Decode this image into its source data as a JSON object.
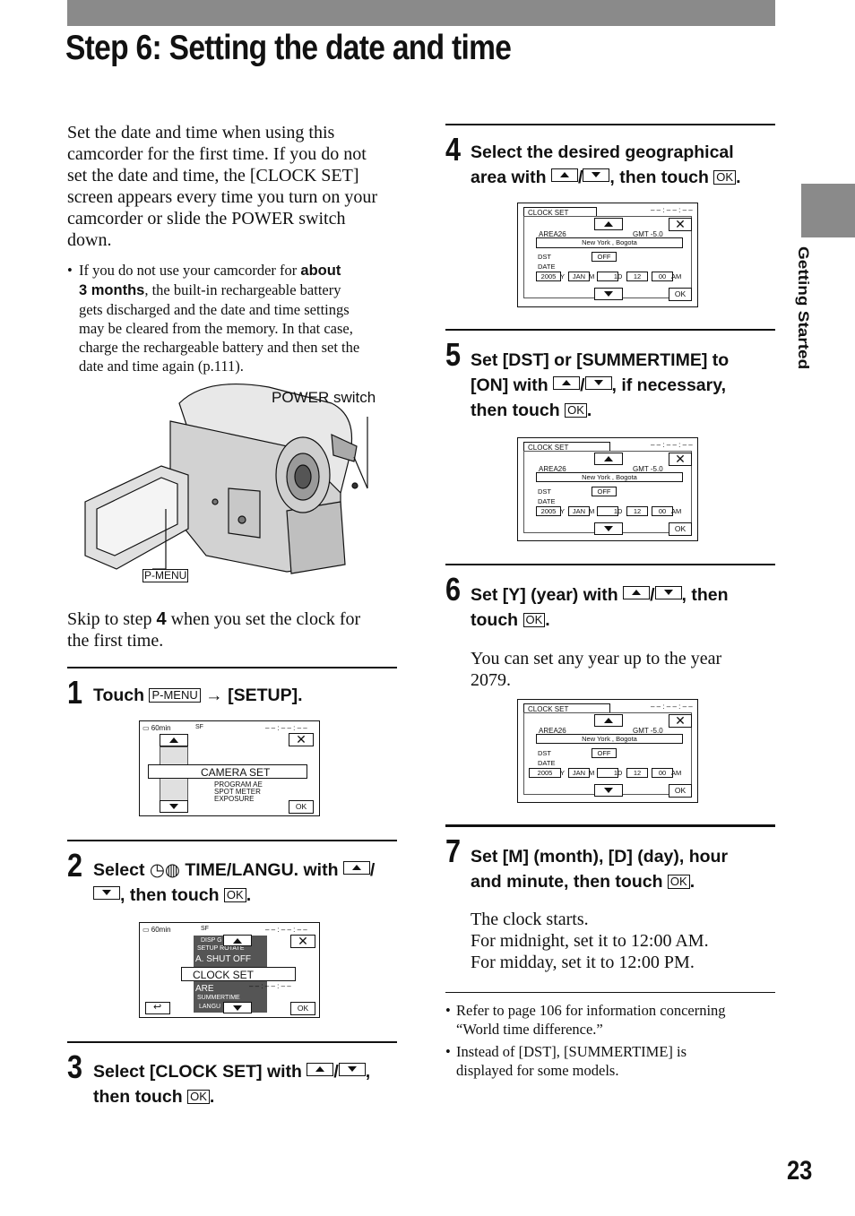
{
  "title": "Step 6: Setting the date and time",
  "side_label": "Getting Started",
  "page_number": "23",
  "intro": [
    "Set the date and time when using this",
    "camcorder for the first time. If you do not",
    "set the date and time, the [CLOCK SET]",
    "screen appears every time you turn on your",
    "camcorder or slide the POWER switch",
    "down."
  ],
  "note": {
    "bullet": "•",
    "l1a": "If you do not use your camcorder for ",
    "l1b": "about",
    "l2a": "3 months",
    "l2b": ", the built-in rechargeable battery",
    "l3": "gets discharged and the date and time settings",
    "l4": "may be cleared from the memory. In that case,",
    "l5": "charge the rechargeable battery and then set the",
    "l6": "date and time again (p.111)."
  },
  "camera": {
    "power_label": "POWER switch",
    "pmenu_label": "P-MENU"
  },
  "skip": {
    "a": "Skip to step ",
    "b": "4",
    "c": " when you set the clock for",
    "d": "the first time."
  },
  "steps": {
    "s1": {
      "num": "1",
      "a": "Touch ",
      "pmenu": "P-MENU",
      "arrow": "→",
      "b": " [SETUP]."
    },
    "s2": {
      "num": "2",
      "a": "Select ",
      "b": "TIME/LANGU. with ",
      "slash": "/",
      "c": ", then touch ",
      "ok": "OK",
      "dot": "."
    },
    "s3": {
      "num": "3",
      "a": "Select [CLOCK SET] with ",
      "slash": "/",
      "comma": ",",
      "b": "then touch ",
      "ok": "OK",
      "dot": "."
    },
    "s4": {
      "num": "4",
      "a": "Select the desired geographical",
      "b": "area with ",
      "slash": "/",
      "c": ", then touch ",
      "ok": "OK",
      "dot": "."
    },
    "s5": {
      "num": "5",
      "a": "Set [DST] or [SUMMERTIME] to",
      "b": "[ON] with ",
      "slash": "/",
      "c": ", if necessary,",
      "d": "then touch ",
      "ok": "OK",
      "dot": "."
    },
    "s6": {
      "num": "6",
      "a": "Set [Y] (year) with ",
      "slash": "/",
      "c": ", then",
      "d": "touch ",
      "ok": "OK",
      "dot": ".",
      "body1": "You can set any year up to the year",
      "body2": "2079."
    },
    "s7": {
      "num": "7",
      "a": "Set [M] (month), [D] (day), hour",
      "b": "and minute, then touch ",
      "ok": "OK",
      "dot": ".",
      "body1": "The clock starts.",
      "body2": "For midnight, set it to 12:00 AM.",
      "body3": "For midday, set it to 12:00 PM."
    }
  },
  "notes_right": {
    "n1a": "Refer to page 106 for information concerning",
    "n1b": "“World time difference.”",
    "n2a": "Instead of [DST], [SUMMERTIME] is",
    "n2b": "displayed for some models."
  },
  "screen1": {
    "battery": "60min",
    "mode": "SF",
    "time": "– – : – – : – –",
    "close": "✕",
    "camera_set": "CAMERA  SET",
    "m1": "PROGRAM  AE",
    "m2": "SPOT  METER",
    "m3": "EXPOSURE",
    "ok": "OK"
  },
  "screen2": {
    "battery": "60min",
    "mode": "SF",
    "time": "– – : – – : – –",
    "close": "✕",
    "i0": "DISP G",
    "i1": "SETUP ROTATE",
    "i2": "A. SHUT OFF",
    "i3": "CLOCK SET",
    "i4": "ARE",
    "i4b": "– – : – – : – –",
    "i5": "SUMMERTIME",
    "i6": "LANGU",
    "back": "↩",
    "ok": "OK"
  },
  "clock": {
    "tab": "CLOCK  SET",
    "time": "– – : – – : – –",
    "close": "✕",
    "area": "AREA26",
    "gmt": "GMT  -5.0",
    "city": "New York ,   Bogota",
    "dst": "DST",
    "off": "OFF",
    "date": "DATE",
    "year": "2005",
    "y": "Y",
    "month": "JAN",
    "m": "M",
    "day": "1",
    "d": "D",
    "hour": "12",
    "min": "00",
    "ampm": "AM",
    "ok": "OK"
  }
}
